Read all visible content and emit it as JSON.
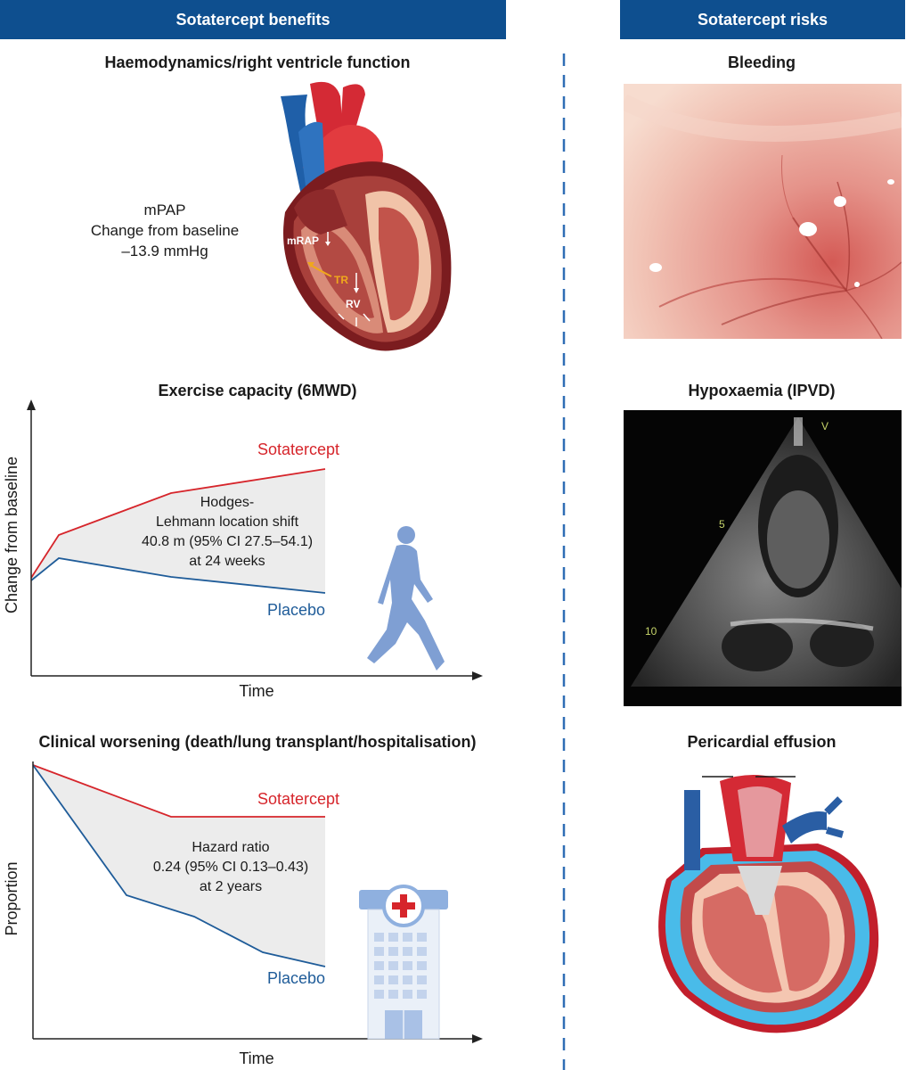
{
  "headers": {
    "benefits": "Sotatercept benefits",
    "risks": "Sotatercept risks"
  },
  "haemodynamics": {
    "title": "Haemodynamics/right ventricle function",
    "metric": "mPAP",
    "metric_desc": "Change from baseline",
    "metric_value": "–13.9 mmHg",
    "heart_labels": {
      "mrap": "mRAP",
      "tr": "TR",
      "rv": "RV"
    }
  },
  "exercise": {
    "title": "Exercise capacity (6MWD)",
    "ylabel": "Change from baseline",
    "xlabel": "Time",
    "series_top": "Sotatercept",
    "series_bottom": "Placebo",
    "annotation": [
      "Hodges-",
      "Lehmann location shift",
      "40.8 m (95% CI 27.5–54.1)",
      "at 24 weeks"
    ]
  },
  "worsening": {
    "title": "Clinical worsening  (death/lung transplant/hospitalisation)",
    "ylabel": "Proportion",
    "xlabel": "Time",
    "series_top": "Sotatercept",
    "series_bottom": "Placebo",
    "annotation": [
      "Hazard ratio",
      "0.24 (95% CI 0.13–0.43)",
      "at 2 years"
    ]
  },
  "risks": {
    "bleeding": "Bleeding",
    "hypoxaemia": "Hypoxaemia (IPVD)",
    "pericardial": "Pericardial effusion",
    "echo_labels": {
      "v": "V",
      "five": "5",
      "ten": "10"
    }
  },
  "chart_data": [
    {
      "type": "line",
      "xlabel": "Time",
      "ylabel": "Change from baseline",
      "series": [
        {
          "name": "Sotatercept",
          "color": "#d6252b"
        },
        {
          "name": "Placebo",
          "color": "#1f5c99"
        }
      ]
    },
    {
      "type": "line",
      "xlabel": "Time",
      "ylabel": "Proportion",
      "series": [
        {
          "name": "Sotatercept",
          "color": "#d6252b"
        },
        {
          "name": "Placebo",
          "color": "#1f5c99"
        }
      ]
    }
  ],
  "colors": {
    "header": "#0e4f8f",
    "sotatercept": "#d6252b",
    "placebo": "#1f5c99",
    "shade": "#ececec",
    "divider": "#2f6db5"
  }
}
